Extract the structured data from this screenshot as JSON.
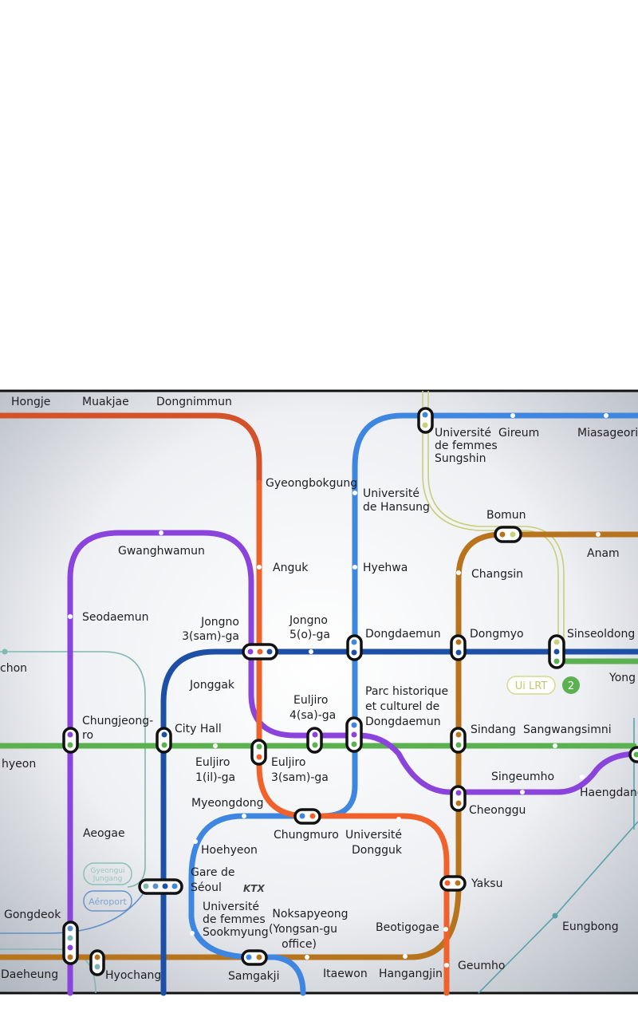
{
  "colors": {
    "line1": "#1d4fa6",
    "line2": "#5bb04f",
    "line3": "#f0622c",
    "line3_top": "#d4522a",
    "line4": "#3f86e0",
    "line5": "#8a44dc",
    "line6": "#b8741c",
    "gyeongui": "#7fb8b0",
    "ui_lrt": "#c9cf7a"
  },
  "stations": {
    "hongje": "Hongje",
    "muakjae": "Muakjae",
    "dongnimmun": "Dongnimmun",
    "gyeongbokgung": "Gyeongbokgung",
    "sungshin": [
      "Université",
      "de femmes",
      "Sungshin"
    ],
    "gireum": "Gireum",
    "miasageori": "Miasageori",
    "hansung": [
      "Université",
      "de Hansung"
    ],
    "bomun": "Bomun",
    "gwanghwamun": "Gwanghwamun",
    "anguk": "Anguk",
    "hyehwa": "Hyehwa",
    "anam": "Anam",
    "changsin": "Changsin",
    "seodaemun": "Seodaemun",
    "jongno3": [
      "Jongno",
      "3(sam)-ga"
    ],
    "jongno5": [
      "Jongno",
      "5(o)-ga"
    ],
    "dongdaemun": "Dongdaemun",
    "dongmyo": "Dongmyo",
    "sinseoldong": "Sinseoldong",
    "chon": "chon",
    "yong": "Yong",
    "jonggak": "Jonggak",
    "euljiro4": [
      "Euljiro",
      "4(sa)-ga"
    ],
    "ddp": [
      "Parc historique",
      "et culturel de",
      "Dongdaemun"
    ],
    "chungjeongro": [
      "Chungjeong-",
      "ro"
    ],
    "cityhall": "City Hall",
    "sindang": "Sindang",
    "sangwangsimni": "Sangwangsimni",
    "hyeon": "hyeon",
    "euljiro1": [
      "Euljiro",
      "1(il)-ga"
    ],
    "euljiro3": [
      "Euljiro",
      "3(sam)-ga"
    ],
    "singeumho": "Singeumho",
    "haengdang": "Haengdang",
    "myeongdong": "Myeongdong",
    "cheonggu": "Cheonggu",
    "aeogae": "Aeogae",
    "chungmuro": "Chungmuro",
    "dongguk": [
      "Université",
      "Dongguk"
    ],
    "hoehyeon": "Hoehyeon",
    "seoul": [
      "Gare de",
      "Séoul"
    ],
    "yaksu": "Yaksu",
    "gongdeok": "Gongdeok",
    "sookmyung": [
      "Université",
      "de femmes",
      "Sookmyung"
    ],
    "noksapyeong": [
      "Noksapyeong",
      "(Yongsan-gu",
      "office)"
    ],
    "beotigogae": "Beotigogae",
    "eungbong": "Eungbong",
    "geumho": "Geumho",
    "daeheung": "Daeheung",
    "hyochang": "Hyochang",
    "samgakji": "Samgakji",
    "itaewon": "Itaewon",
    "hangangjin": "Hangangjin"
  },
  "badges": {
    "ui_lrt": "Ui LRT",
    "line2_number": "2",
    "gyeongui": [
      "Gyeongui",
      "Jungang"
    ],
    "airport": "Aéroport",
    "ktx": "KTX"
  }
}
